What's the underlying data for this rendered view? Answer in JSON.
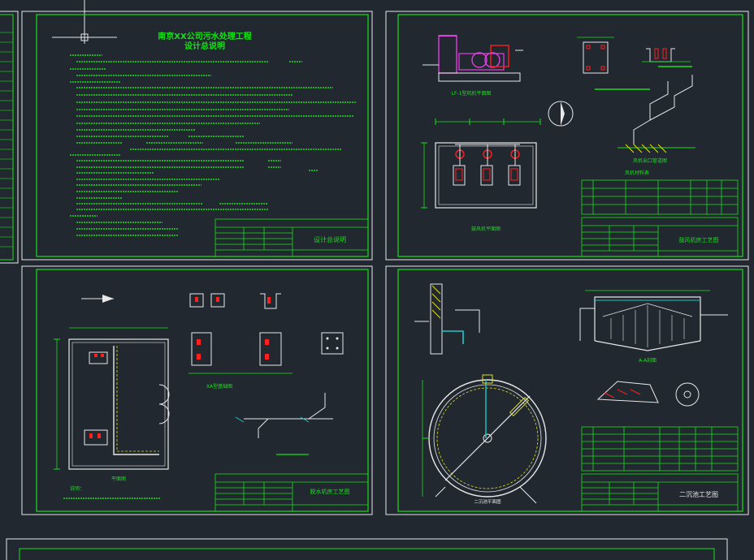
{
  "colors": {
    "background": "#212830",
    "frame": "#e8e8e8",
    "border": "#18e018",
    "text": "#18e018",
    "equipment": "#e040e0",
    "pipe": "#e8e8e8",
    "red": "#ff2020",
    "yellow": "#e0e020",
    "cyan": "#20c8c8"
  },
  "sheet1": {
    "title_line1": "南京XX公司污水处理工程",
    "title_line2": "设计总说明",
    "title_block_name": "设计总说明"
  },
  "sheet2": {
    "elevation_caption": "LF-1型风机平面图",
    "plan_caption": "鼓风机平面图",
    "detail_caption": "风机出口管道图",
    "table_title": "风机材料表",
    "title_block_name": "鼓风机房工艺图"
  },
  "sheet3": {
    "detail_caption": "XA型基础图",
    "plan_caption": "平面图",
    "notes_label": "说明：",
    "title_block_name": "脱水机房工艺图"
  },
  "sheet4": {
    "section_caption": "A-A剖面",
    "plan_caption": "二沉池平面图",
    "title_block_name": "二沉池工艺图"
  }
}
